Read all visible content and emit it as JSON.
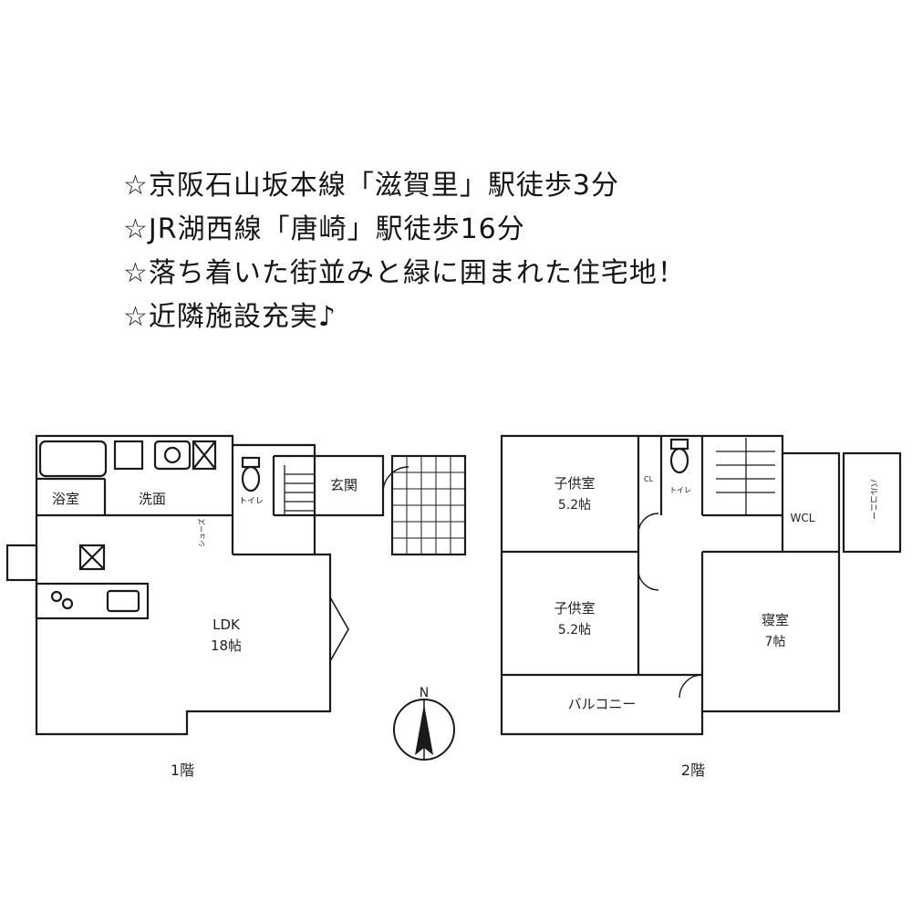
{
  "headline": [
    "☆京阪石山坂本線「滋賀里」駅徒歩3分",
    "☆JR湖西線「唐崎」駅徒歩16分",
    "☆落ち着いた街並みと緑に囲まれた住宅地！",
    "☆近隣施設充実♪"
  ],
  "floor1": {
    "caption": "1階",
    "rooms": {
      "bath": "浴室",
      "washroom": "洗面",
      "toilet": "トイレ",
      "entrance": "玄関",
      "ldk": "LDK",
      "ldk_size": "18帖",
      "storage": "シューズ"
    }
  },
  "floor2": {
    "caption": "2階",
    "rooms": {
      "kids1": "子供室",
      "kids1_size": "5.2帖",
      "kids2": "子供室",
      "kids2_size": "5.2帖",
      "bedroom": "寝室",
      "bedroom_size": "7帖",
      "balcony": "バルコニー",
      "wcl": "WCL",
      "toilet": "トイレ",
      "cl": "CL",
      "parapet": "バルコニー"
    }
  },
  "compass": {
    "north": "N"
  }
}
